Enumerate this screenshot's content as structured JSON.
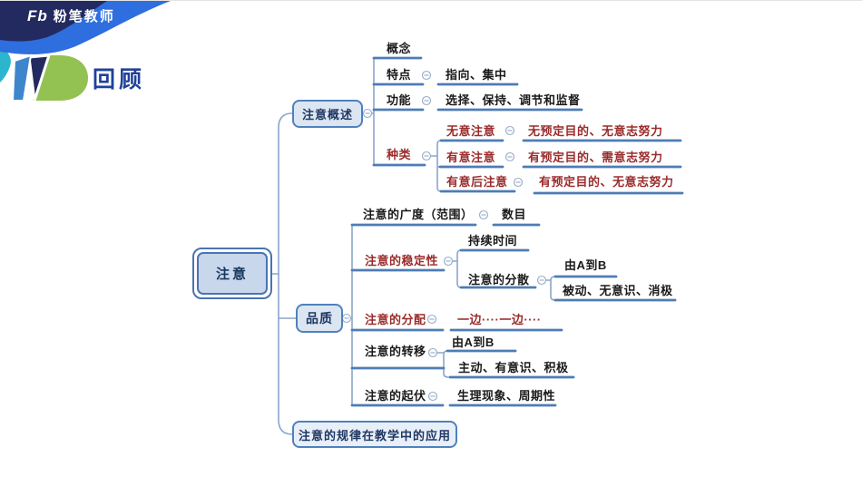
{
  "brand": {
    "logo_text": "Fb",
    "name": "粉笔教师"
  },
  "page": {
    "title": "回顾"
  },
  "map": {
    "root": {
      "label": "注意"
    },
    "branch_overview": {
      "label": "注意概述",
      "concept": {
        "label": "概念"
      },
      "feature": {
        "label": "特点",
        "detail": "指向、集中"
      },
      "function": {
        "label": "功能",
        "detail": "选择、保持、调节和监督"
      },
      "kind": {
        "label": "种类",
        "involuntary": {
          "label": "无意注意",
          "detail": "无预定目的、无意志努力"
        },
        "voluntary": {
          "label": "有意注意",
          "detail": "有预定目的、需意志努力"
        },
        "post_voluntary": {
          "label": "有意后注意",
          "detail": "有预定目的、无意志努力"
        }
      }
    },
    "branch_quality": {
      "label": "品质",
      "breadth": {
        "label": "注意的广度（范围）",
        "detail": "数目"
      },
      "stability": {
        "label": "注意的稳定性",
        "duration": {
          "label": "持续时间"
        },
        "distraction": {
          "label": "注意的分散",
          "a_to_b": "由A到B",
          "traits": "被动、无意识、消极"
        }
      },
      "allocation": {
        "label": "注意的分配",
        "detail": "一边····一边····"
      },
      "shift": {
        "label": "注意的转移",
        "a_to_b": "由A到B",
        "traits": "主动、有意识、积极"
      },
      "fluctuation": {
        "label": "注意的起伏",
        "detail": "生理现象、周期性"
      }
    },
    "branch_application": {
      "label": "注意的规律在教学中的应用"
    }
  },
  "colors": {
    "underline_blue": "#4e7cb5",
    "connector_blue": "#8aa6cc",
    "topic_red": "#9b2c2c",
    "node_text_navy": "#1f3864",
    "node_fill": "#dce6f2",
    "node_border": "#4f81bd",
    "brand_navy": "#232a60",
    "brand_blue": "#2e6ede",
    "brand_teal": "#2cb5ce",
    "logo_green": "#93c152",
    "title_blue": "#20409a"
  }
}
